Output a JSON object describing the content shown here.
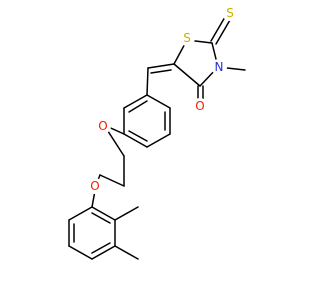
{
  "molecule": {
    "atoms": {
      "s_ring": {
        "symbol": "S",
        "color": "#c8b400"
      },
      "s_thione": {
        "symbol": "S",
        "color": "#c8b400"
      },
      "n_ring": {
        "symbol": "N",
        "color": "#2233dd"
      },
      "o_carbonyl": {
        "symbol": "O",
        "color": "#ee2200"
      },
      "o_ether_aryl": {
        "symbol": "O",
        "color": "#ee2200"
      },
      "o_ether_xylyl": {
        "symbol": "O",
        "color": "#ee2200"
      }
    },
    "bond_color": "#000000",
    "background": "#ffffff"
  }
}
